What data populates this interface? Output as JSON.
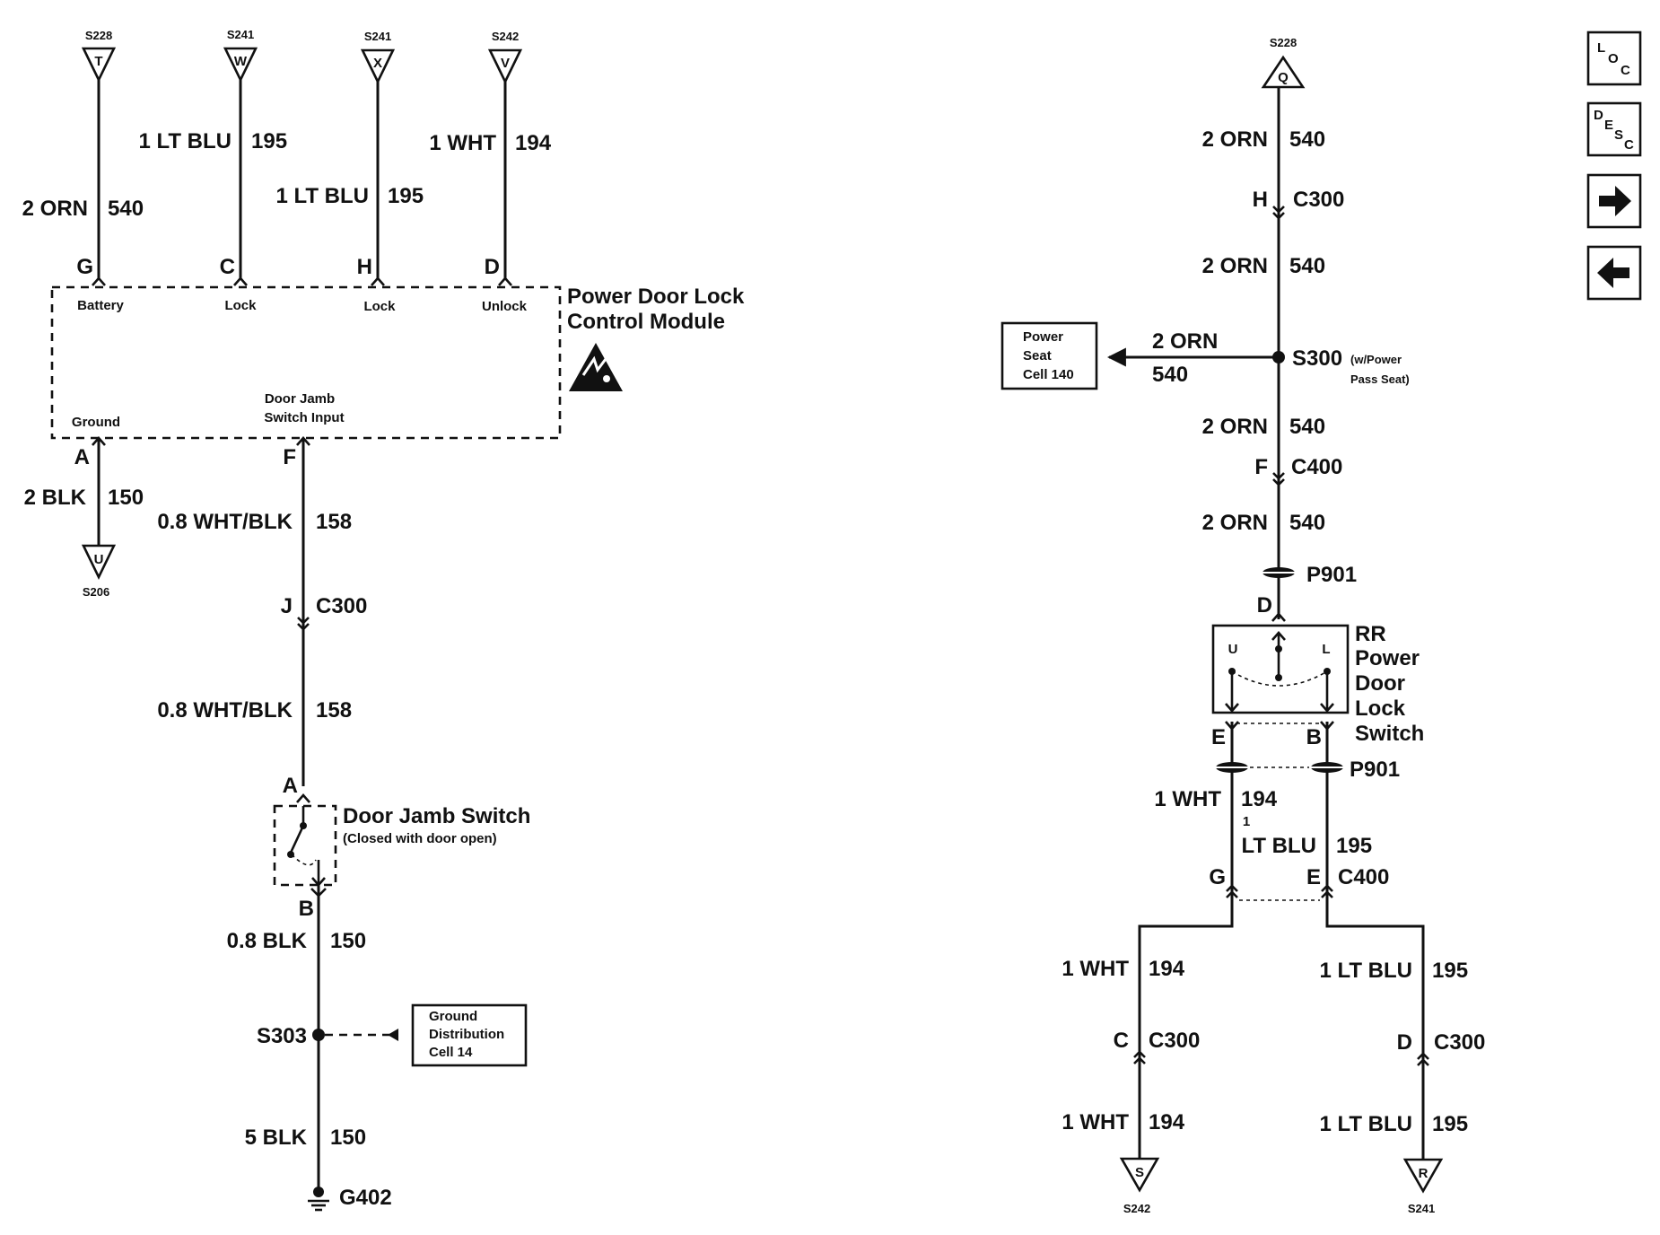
{
  "nav": {
    "loc_letters": [
      "L",
      "O",
      "C"
    ],
    "desc_letters": [
      "D",
      "E",
      "S",
      "C"
    ],
    "next_icon": "right-arrow-icon",
    "prev_icon": "left-arrow-icon"
  },
  "left": {
    "connectors_top": [
      {
        "splice": "S228",
        "pin": "T",
        "wire": "2 ORN",
        "circuit": "540",
        "cavity": "G",
        "function": "Battery"
      },
      {
        "splice": "S241",
        "pin": "W",
        "wire": "1 LT BLU",
        "circuit": "195",
        "cavity": "C",
        "function": "Lock"
      },
      {
        "splice": "S241",
        "pin": "X",
        "wire": "1 LT BLU",
        "circuit": "195",
        "cavity": "H",
        "function": "Lock"
      },
      {
        "splice": "S242",
        "pin": "V",
        "wire": "1 WHT",
        "circuit": "194",
        "cavity": "D",
        "function": "Unlock"
      }
    ],
    "module": {
      "name_line1": "Power Door Lock",
      "name_line2": "Control Module",
      "ground_label": "Ground",
      "dj_input_line1": "Door Jamb",
      "dj_input_line2": "Switch Input"
    },
    "ground_branch": {
      "cavity": "A",
      "wire": "2 BLK",
      "circuit": "150",
      "pin": "U",
      "splice": "S206"
    },
    "dj_branch": {
      "cavity": "F",
      "wire1": "0.8 WHT/BLK",
      "circuit1": "158",
      "conn_pin": "J",
      "conn": "C300",
      "wire2": "0.8 WHT/BLK",
      "circuit2": "158",
      "switch_pin_a": "A",
      "switch_name": "Door Jamb Switch",
      "switch_note": "(Closed with door open)",
      "switch_pin_b": "B",
      "wire3": "0.8 BLK",
      "circuit3": "150",
      "splice": "S303",
      "ref_line1": "Ground",
      "ref_line2": "Distribution",
      "ref_line3": "Cell 14",
      "wire4": "5 BLK",
      "circuit4": "150",
      "ground": "G402"
    }
  },
  "right": {
    "top_splice": "S228",
    "top_pin": "Q",
    "wire_a": "2 ORN",
    "circuit_a": "540",
    "conn1_pin": "H",
    "conn1": "C300",
    "wire_b": "2 ORN",
    "circuit_b": "540",
    "splice": "S300",
    "splice_note_line1": "(w/Power",
    "splice_note_line2": "Pass Seat)",
    "branch_wire": "2 ORN",
    "branch_circuit": "540",
    "ref_line1": "Power",
    "ref_line2": "Seat",
    "ref_line3": "Cell 140",
    "wire_c": "2 ORN",
    "circuit_c": "540",
    "conn2_pin": "F",
    "conn2": "C400",
    "wire_d": "2 ORN",
    "circuit_d": "540",
    "p901": "P901",
    "switch_pin_d": "D",
    "switch_u": "U",
    "switch_l": "L",
    "switch_name": [
      "RR",
      "Power",
      "Door",
      "Lock",
      "Switch"
    ],
    "pin_e": "E",
    "pin_b": "B",
    "p901_b": "P901",
    "wht_size": "1 WHT",
    "wht_circuit": "194",
    "blu_size_line1": "1",
    "blu_size_line2": "LT BLU",
    "blu_circuit": "195",
    "conn3_pin_g": "G",
    "conn3_pin_e": "E",
    "conn3": "C400",
    "wht2": "1 WHT",
    "wht2_circuit": "194",
    "blu2": "1 LT BLU",
    "blu2_circuit": "195",
    "conn4_pin_c": "C",
    "conn4_c": "C300",
    "conn4_pin_d": "D",
    "conn4_d": "C300",
    "wht3": "1 WHT",
    "wht3_circuit": "194",
    "blu3": "1 LT BLU",
    "blu3_circuit": "195",
    "end_pin_s": "S",
    "end_splice_s": "S242",
    "end_pin_r": "R",
    "end_splice_r": "S241"
  }
}
